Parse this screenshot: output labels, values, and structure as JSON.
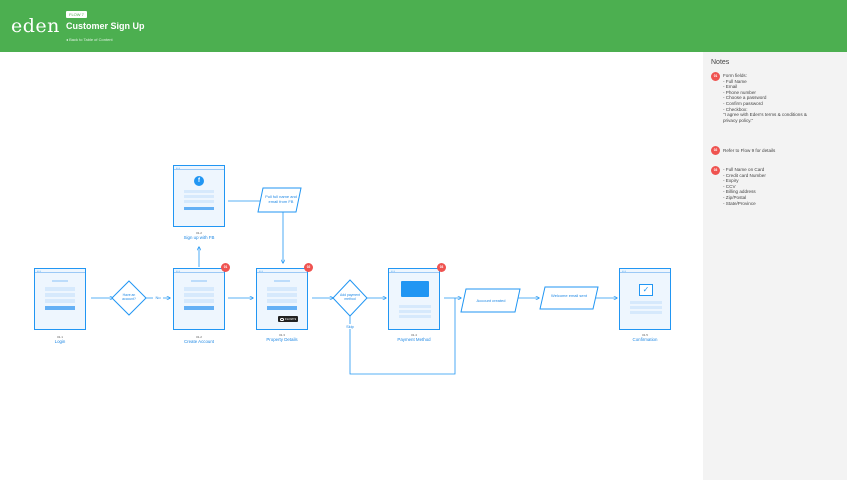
{
  "header": {
    "logo": "eden",
    "flow_tag": "FLOW 7",
    "title": "Customer Sign Up",
    "back_link": "◂  Back to Table of Content"
  },
  "notes": {
    "title": "Notes",
    "items": [
      {
        "badge": "01",
        "text": "Form fields:\n- Full Name\n- Email\n- Phone number\n- Choose a password\n- Confirm password\n- Checkbox:\n\"I agree with Eden's terms & conditions &\nprivacy policy.\""
      },
      {
        "badge": "02",
        "text": "Refer to Flow 9 for details"
      },
      {
        "badge": "03",
        "text": "- Full Name on Card\n- Credit card Number\n- Expiry\n- CCV\n- Billing address\n- Zip/Postal\n- State/Province"
      }
    ]
  },
  "screens": {
    "login": {
      "id": "01.1",
      "label": "Login"
    },
    "signup_fb": {
      "id": "01.2",
      "label": "Sign up with FB"
    },
    "create_account": {
      "id": "01.2",
      "label": "Create Account",
      "badge": "01"
    },
    "property_details": {
      "id": "01.3",
      "label": "Property Details",
      "badge": "02",
      "chip": "FLOW 9"
    },
    "payment_method": {
      "id": "01.4",
      "label": "Payment Method",
      "badge": "03"
    },
    "confirmation": {
      "id": "01.5",
      "label": "Confirmation"
    }
  },
  "decisions": {
    "have_account": {
      "text": "Have an account?",
      "no_label": "No"
    },
    "add_payment": {
      "text": "Add payment method",
      "skip_label": "Skip"
    }
  },
  "processes": {
    "pull_fb": "Pull full name and email from FB",
    "account_created": "Account created",
    "welcome_email": "Welcome email sent"
  },
  "icons": {
    "fb": "f",
    "check": "✓"
  },
  "colors": {
    "header_bg": "#4caf50",
    "flow_blue": "#2196f3",
    "badge_red": "#ef5350",
    "notes_bg": "#f3f3f3"
  }
}
